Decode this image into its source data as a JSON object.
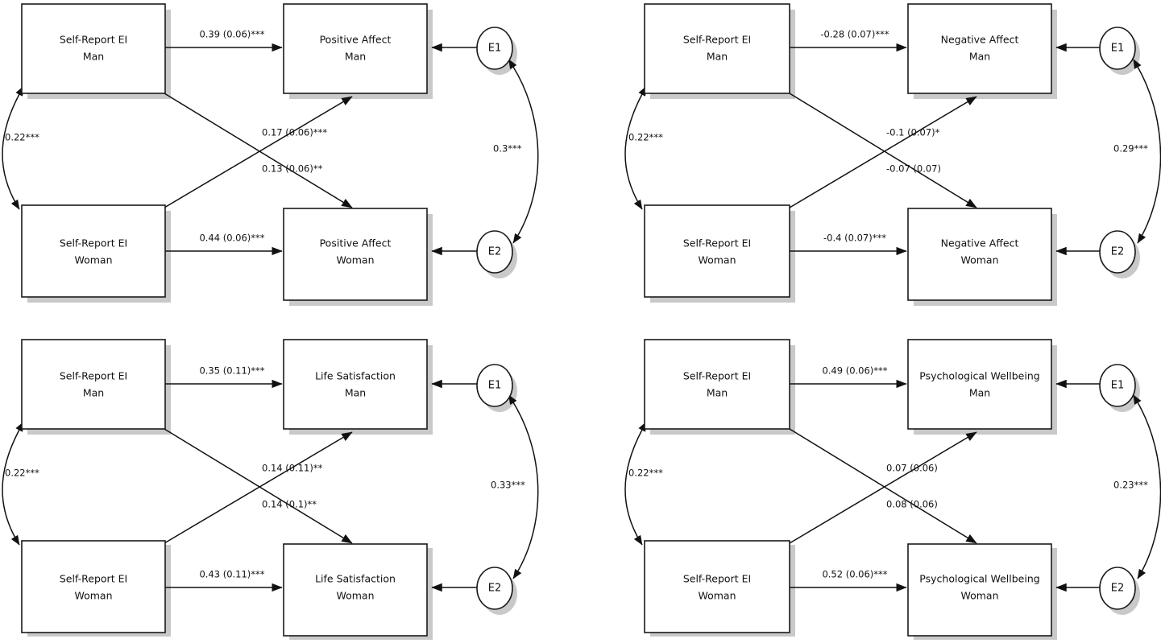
{
  "figure": {
    "type": "path-diagram-grid",
    "panel_count": 4,
    "layout": "2x2",
    "background_color": "#ffffff",
    "line_color": "#111111",
    "shadow_color": "#c9c9c9"
  },
  "chart_data": {
    "type": "diagram",
    "title": "",
    "description": "Four Actor-Partner Interdependence Models (APIM) relating Self-Report EI to four wellbeing outcomes for Man and Woman dyad members",
    "panels": [
      {
        "id": "panel-positive-affect",
        "position": "top-left",
        "predictor_man": "Self-Report EI\nMan",
        "predictor_man_line1": "Self-Report EI",
        "predictor_man_line2": "Man",
        "predictor_woman_line1": "Self-Report EI",
        "predictor_woman_line2": "Woman",
        "outcome_man_line1": "Positive Affect",
        "outcome_man_line2": "Man",
        "outcome_woman_line1": "Positive Affect",
        "outcome_woman_line2": "Woman",
        "error_top": "E1",
        "error_bottom": "E2",
        "actor_man": "0.39 (0.06)***",
        "actor_woman": "0.44 (0.06)***",
        "partner_woman_to_man": "0.17 (0.06)***",
        "partner_man_to_woman": "0.13 (0.06)**",
        "predictor_correlation": "0.22***",
        "error_correlation": "0.3***"
      },
      {
        "id": "panel-negative-affect",
        "position": "top-right",
        "predictor_man_line1": "Self-Report EI",
        "predictor_man_line2": "Man",
        "predictor_woman_line1": "Self-Report EI",
        "predictor_woman_line2": "Woman",
        "outcome_man_line1": "Negative Affect",
        "outcome_man_line2": "Man",
        "outcome_woman_line1": "Negative Affect",
        "outcome_woman_line2": "Woman",
        "error_top": "E1",
        "error_bottom": "E2",
        "actor_man": "-0.28 (0.07)***",
        "actor_woman": "-0.4 (0.07)***",
        "partner_woman_to_man": "-0.1 (0.07)*",
        "partner_man_to_woman": "-0.07 (0.07)",
        "predictor_correlation": "0.22***",
        "error_correlation": "0.29***"
      },
      {
        "id": "panel-life-satisfaction",
        "position": "bottom-left",
        "predictor_man_line1": "Self-Report EI",
        "predictor_man_line2": "Man",
        "predictor_woman_line1": "Self-Report EI",
        "predictor_woman_line2": "Woman",
        "outcome_man_line1": "Life Satisfaction",
        "outcome_man_line2": "Man",
        "outcome_woman_line1": "Life Satisfaction",
        "outcome_woman_line2": "Woman",
        "error_top": "E1",
        "error_bottom": "E2",
        "actor_man": "0.35 (0.11)***",
        "actor_woman": "0.43 (0.11)***",
        "partner_woman_to_man": "0.14 (0.11)**",
        "partner_man_to_woman": "0.14 (0.1)**",
        "predictor_correlation": "0.22***",
        "error_correlation": "0.33***"
      },
      {
        "id": "panel-psychological-wellbeing",
        "position": "bottom-right",
        "predictor_man_line1": "Self-Report EI",
        "predictor_man_line2": "Man",
        "predictor_woman_line1": "Self-Report EI",
        "predictor_woman_line2": "Woman",
        "outcome_man_line1": "Psychological Wellbeing",
        "outcome_man_line2": "Man",
        "outcome_woman_line1": "Psychological Wellbeing",
        "outcome_woman_line2": "Woman",
        "error_top": "E1",
        "error_bottom": "E2",
        "actor_man": "0.49 (0.06)***",
        "actor_woman": "0.52 (0.06)***",
        "partner_woman_to_man": "0.07 (0.06)",
        "partner_man_to_woman": "0.08 (0.06)",
        "predictor_correlation": "0.22***",
        "error_correlation": "0.23***"
      }
    ]
  }
}
